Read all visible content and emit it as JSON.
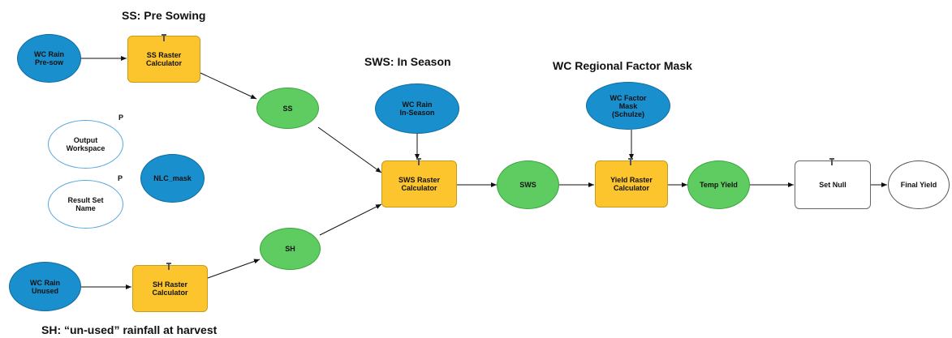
{
  "headings": {
    "ss": "SS: Pre Sowing",
    "sws": "SWS: In Season",
    "wc": "WC Regional Factor Mask",
    "sh": "SH: “un-used” rainfall at harvest"
  },
  "nodes": {
    "wc_rain_presow": [
      "WC Rain",
      "Pre-sow"
    ],
    "ss_raster_calc": [
      "SS Raster",
      "Calculator"
    ],
    "ss": [
      "SS"
    ],
    "output_workspace": [
      "Output",
      "Workspace"
    ],
    "nlc_mask": [
      "NLC_mask"
    ],
    "result_set_name": [
      "Result Set",
      "Name"
    ],
    "wc_rain_inseason": [
      "WC Rain",
      "In-Season"
    ],
    "sws_raster_calc": [
      "SWS Raster",
      "Calculator"
    ],
    "sws": [
      "SWS"
    ],
    "wc_factor_mask": [
      "WC Factor",
      "Mask",
      "(Schulze)"
    ],
    "yield_raster_calc": [
      "Yield Raster",
      "Calculator"
    ],
    "temp_yield": [
      "Temp Yield"
    ],
    "set_null": [
      "Set Null"
    ],
    "final_yield": [
      "Final Yield"
    ],
    "sh": [
      "SH"
    ],
    "wc_rain_unused": [
      "WC Rain",
      "Unused"
    ],
    "sh_raster_calc": [
      "SH Raster",
      "Calculator"
    ]
  },
  "param_marks": {
    "output_workspace": "P",
    "result_set_name": "P"
  },
  "colors": {
    "input_data": "#1a8fce",
    "derived_data": "#5fcc62",
    "tool": "#fcc52d",
    "parameter_border": "#5aa8de",
    "connector": "#111111"
  }
}
